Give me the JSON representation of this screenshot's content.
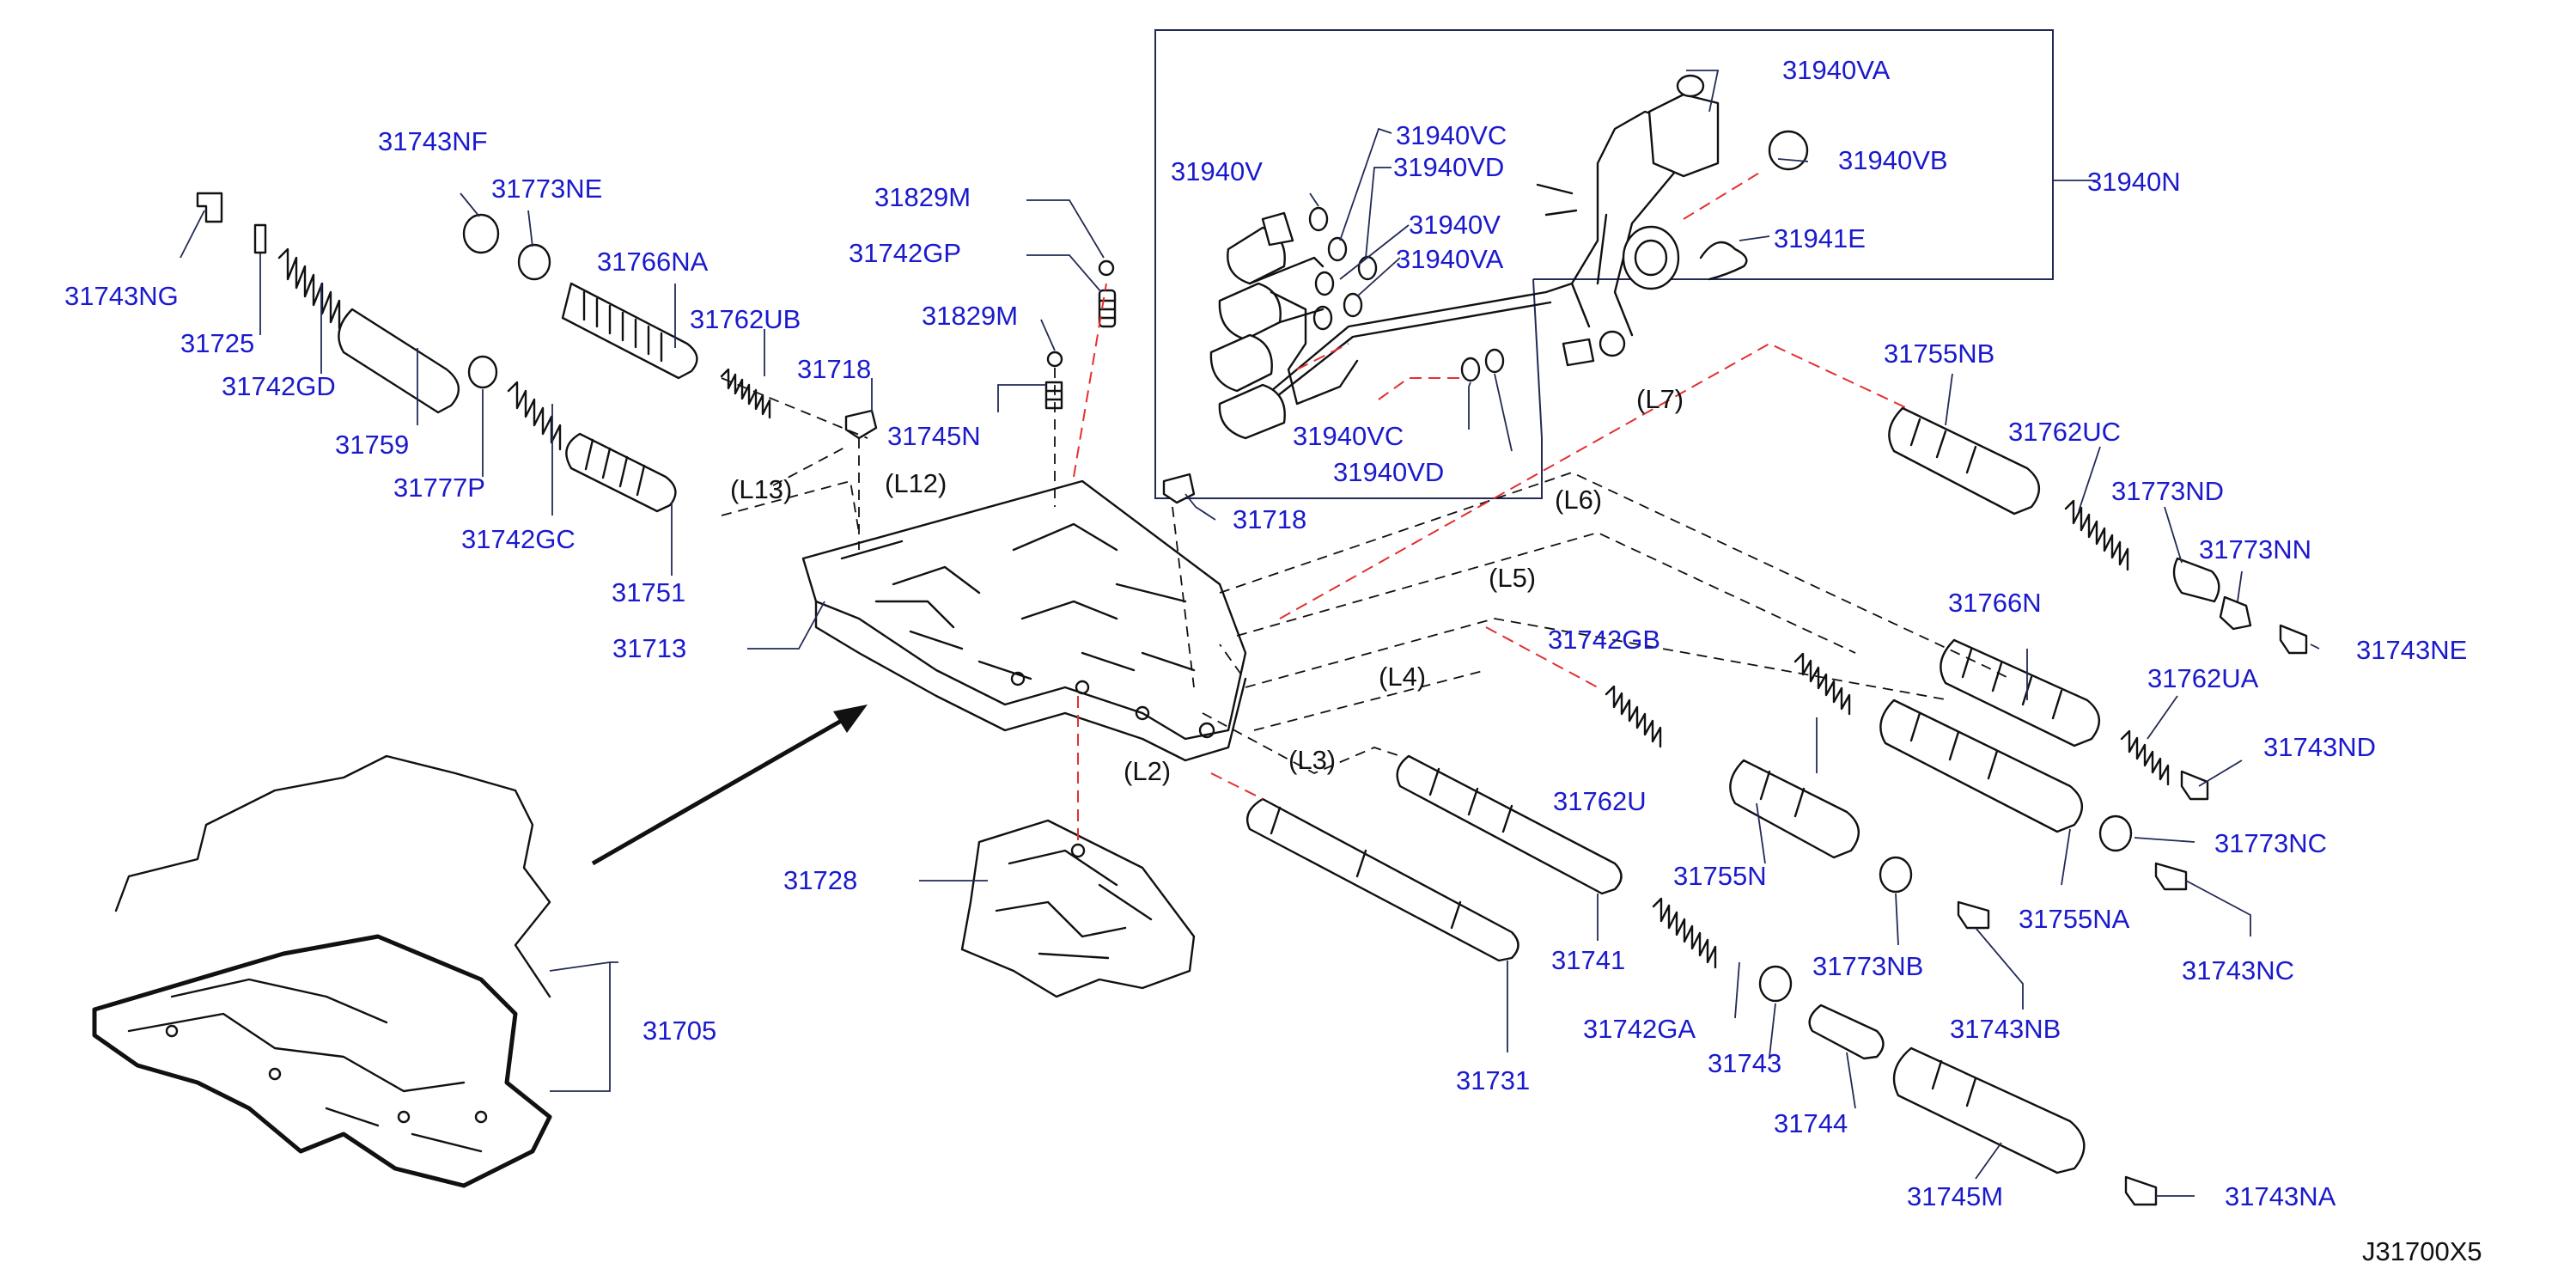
{
  "diagram_code": "J31700X5",
  "line_labels": [
    "(L2)",
    "(L3)",
    "(L4)",
    "(L5)",
    "(L6)",
    "(L7)",
    "(L12)",
    "(L13)"
  ],
  "part_numbers": {
    "p31743NF": "31743NF",
    "p31773NE": "31773NE",
    "p31743NG": "31743NG",
    "p31725": "31725",
    "p31766NA": "31766NA",
    "p31742GD": "31742GD",
    "p31762UB": "31762UB",
    "p31759": "31759",
    "p31777P": "31777P",
    "p31742GC": "31742GC",
    "p31751": "31751",
    "p31713": "31713",
    "p31829M_a": "31829M",
    "p31742GP": "31742GP",
    "p31829M_b": "31829M",
    "p31745N": "31745N",
    "p31718_a": "31718",
    "p31718_b": "31718",
    "p31728": "31728",
    "p31705": "31705",
    "p31940VA_top": "31940VA",
    "p31940VC_top": "31940VC",
    "p31940V_left": "31940V",
    "p31940VD_top": "31940VD",
    "p31940VB": "31940VB",
    "p31940N": "31940N",
    "p31940V_mid": "31940V",
    "p31941E": "31941E",
    "p31940VA_mid": "31940VA",
    "p31940VC_bot": "31940VC",
    "p31940VD_bot": "31940VD",
    "p31755NB": "31755NB",
    "p31762UC": "31762UC",
    "p31773ND": "31773ND",
    "p31773NN": "31773NN",
    "p31743NE": "31743NE",
    "p31766N": "31766N",
    "p31762UA": "31762UA",
    "p31743ND": "31743ND",
    "p31742GB": "31742GB",
    "p31762U": "31762U",
    "p31773NC": "31773NC",
    "p31755N": "31755N",
    "p31755NA": "31755NA",
    "p31743NC": "31743NC",
    "p31741": "31741",
    "p31773NB": "31773NB",
    "p31742GA": "31742GA",
    "p31743NB": "31743NB",
    "p31743": "31743",
    "p31731": "31731",
    "p31744": "31744",
    "p31745M": "31745M",
    "p31743NA": "31743NA"
  },
  "colors": {
    "part_number_text": "#1a1acc",
    "leader_line": "#222a55",
    "hidden_line_black": "#111111",
    "hidden_line_red": "#e23030"
  }
}
